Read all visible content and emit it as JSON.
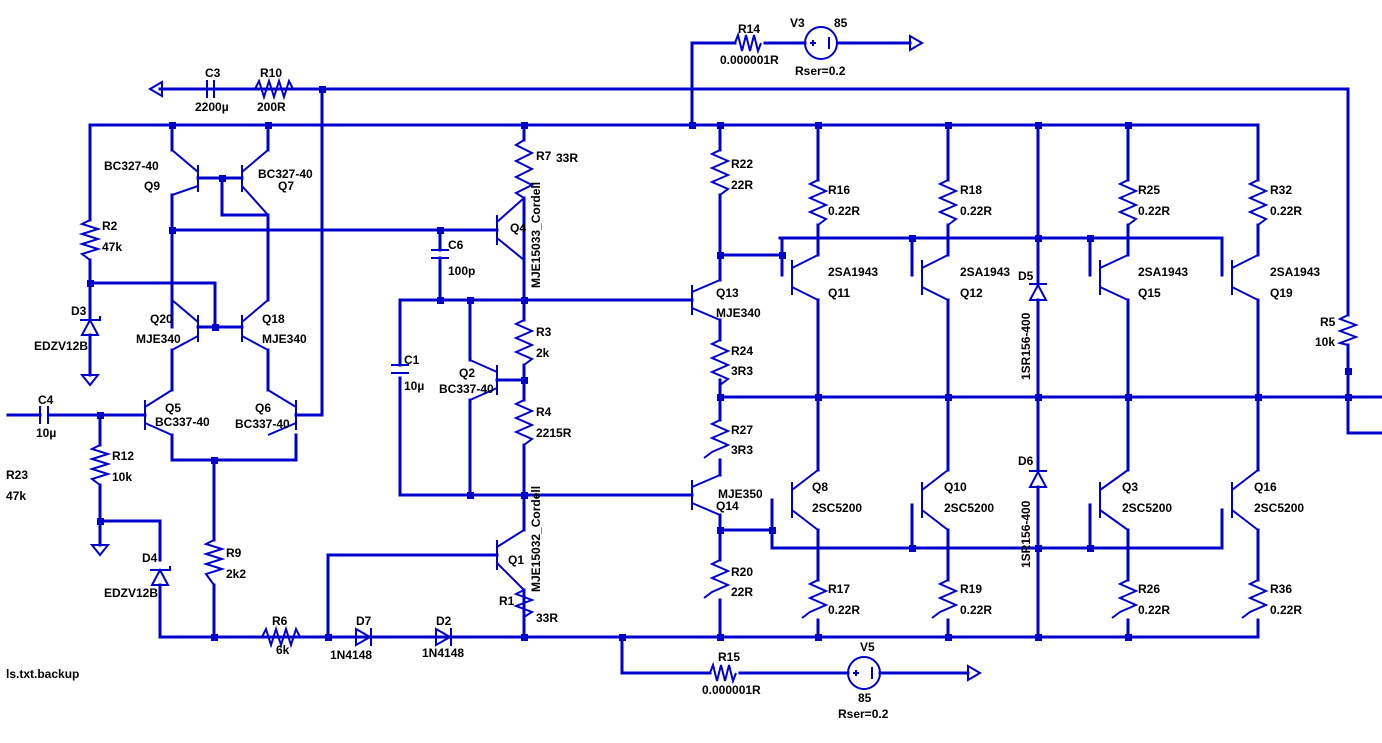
{
  "colors": {
    "wire": "#0000cc",
    "background": "#ffffff",
    "text": "#000000"
  },
  "components": {
    "r14": {
      "ref": "R14",
      "value": "0.000001R"
    },
    "v3": {
      "ref": "V3",
      "value": "85",
      "param": "Rser=0.2"
    },
    "c3": {
      "ref": "C3",
      "value": "2200µ"
    },
    "r10": {
      "ref": "R10",
      "value": "200R"
    },
    "q9": {
      "ref": "Q9",
      "model": "BC327-40"
    },
    "q7": {
      "ref": "Q7",
      "model": "BC327-40"
    },
    "r2": {
      "ref": "R2",
      "value": "47k"
    },
    "d3": {
      "ref": "D3",
      "model": "EDZV12B"
    },
    "q20": {
      "ref": "Q20",
      "model": "MJE340"
    },
    "q18": {
      "ref": "Q18",
      "model": "MJE340"
    },
    "c4": {
      "ref": "C4",
      "value": "10µ"
    },
    "q5": {
      "ref": "Q5",
      "model": "BC337-40"
    },
    "q6": {
      "ref": "Q6",
      "model": "BC337-40"
    },
    "r12": {
      "ref": "R12",
      "value": "10k"
    },
    "r23": {
      "ref": "R23",
      "value": "47k"
    },
    "d4": {
      "ref": "D4",
      "model": "EDZV12B"
    },
    "r9": {
      "ref": "R9",
      "value": "2k2"
    },
    "r6": {
      "ref": "R6",
      "value": "6k"
    },
    "d7": {
      "ref": "D7",
      "model": "1N4148"
    },
    "d2": {
      "ref": "D2",
      "model": "1N4148"
    },
    "r7": {
      "ref": "R7",
      "value": "33R"
    },
    "q4": {
      "ref": "Q4",
      "model": "MJE15033_Cordell"
    },
    "c6": {
      "ref": "C6",
      "value": "100p"
    },
    "r3": {
      "ref": "R3",
      "value": "2k"
    },
    "c1": {
      "ref": "C1",
      "value": "10µ"
    },
    "q2": {
      "ref": "Q2",
      "model": "BC337-40"
    },
    "r4": {
      "ref": "R4",
      "value": "2215R"
    },
    "q1": {
      "ref": "Q1",
      "model": "MJE15032_Cordell"
    },
    "r1": {
      "ref": "R1",
      "value": "33R"
    },
    "r22": {
      "ref": "R22",
      "value": "22R"
    },
    "q13": {
      "ref": "Q13",
      "model": "MJE340"
    },
    "r24": {
      "ref": "R24",
      "value": "3R3"
    },
    "r27": {
      "ref": "R27",
      "value": "3R3"
    },
    "q14": {
      "ref": "Q14",
      "model": "MJE350"
    },
    "r20": {
      "ref": "R20",
      "value": "22R"
    },
    "r15": {
      "ref": "R15",
      "value": "0.000001R"
    },
    "v5": {
      "ref": "V5",
      "value": "85",
      "param": "Rser=0.2"
    },
    "r16": {
      "ref": "R16",
      "value": "0.22R"
    },
    "q11": {
      "ref": "Q11",
      "model": "2SA1943"
    },
    "r18": {
      "ref": "R18",
      "value": "0.22R"
    },
    "q12": {
      "ref": "Q12",
      "model": "2SA1943"
    },
    "d5": {
      "ref": "D5",
      "model": "1SR156-400"
    },
    "d6": {
      "ref": "D6",
      "model": "1SR156-400"
    },
    "r25": {
      "ref": "R25",
      "value": "0.22R"
    },
    "q15": {
      "ref": "Q15",
      "model": "2SA1943"
    },
    "r32": {
      "ref": "R32",
      "value": "0.22R"
    },
    "q19": {
      "ref": "Q19",
      "model": "2SA1943"
    },
    "r5": {
      "ref": "R5",
      "value": "10k"
    },
    "q8": {
      "ref": "Q8",
      "model": "2SC5200"
    },
    "q10": {
      "ref": "Q10",
      "model": "2SC5200"
    },
    "q3": {
      "ref": "Q3",
      "model": "2SC5200"
    },
    "q16": {
      "ref": "Q16",
      "model": "2SC5200"
    },
    "r17": {
      "ref": "R17",
      "value": "0.22R"
    },
    "r19": {
      "ref": "R19",
      "value": "0.22R"
    },
    "r26": {
      "ref": "R26",
      "value": "0.22R"
    },
    "r36": {
      "ref": "R36",
      "value": "0.22R"
    }
  },
  "directive_text": "ls.txt.backup"
}
